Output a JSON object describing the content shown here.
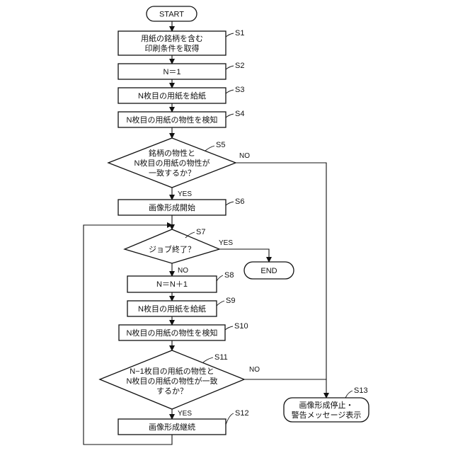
{
  "start": "START",
  "end": "END",
  "steps": {
    "s1": {
      "label": "S1",
      "lines": [
        "用紙の銘柄を含む",
        "印刷条件を取得"
      ]
    },
    "s2": {
      "label": "S2",
      "lines": [
        "N＝1"
      ]
    },
    "s3": {
      "label": "S3",
      "lines": [
        "N枚目の用紙を給紙"
      ]
    },
    "s4": {
      "label": "S4",
      "lines": [
        "N枚目の用紙の物性を検知"
      ]
    },
    "s5": {
      "label": "S5",
      "lines": [
        "銘柄の物性と",
        "N枚目の用紙の物性が",
        "一致するか？"
      ]
    },
    "s6": {
      "label": "S6",
      "lines": [
        "画像形成開始"
      ]
    },
    "s7": {
      "label": "S7",
      "lines": [
        "ジョブ終了？"
      ]
    },
    "s8": {
      "label": "S8",
      "lines": [
        "N＝N＋1"
      ]
    },
    "s9": {
      "label": "S9",
      "lines": [
        "N枚目の用紙を給紙"
      ]
    },
    "s10": {
      "label": "S10",
      "lines": [
        "N枚目の用紙の物性を検知"
      ]
    },
    "s11": {
      "label": "S11",
      "lines": [
        "N−1枚目の用紙の物性と",
        "N枚目の用紙の物性が一致",
        "するか？"
      ]
    },
    "s12": {
      "label": "S12",
      "lines": [
        "画像形成継続"
      ]
    },
    "s13": {
      "label": "S13",
      "lines": [
        "画像形成停止・",
        "警告メッセージ表示"
      ]
    }
  },
  "branches": {
    "s5_no": "NO",
    "s5_yes": "YES",
    "s7_yes": "YES",
    "s7_no": "NO",
    "s11_no": "NO",
    "s11_yes": "YES"
  }
}
